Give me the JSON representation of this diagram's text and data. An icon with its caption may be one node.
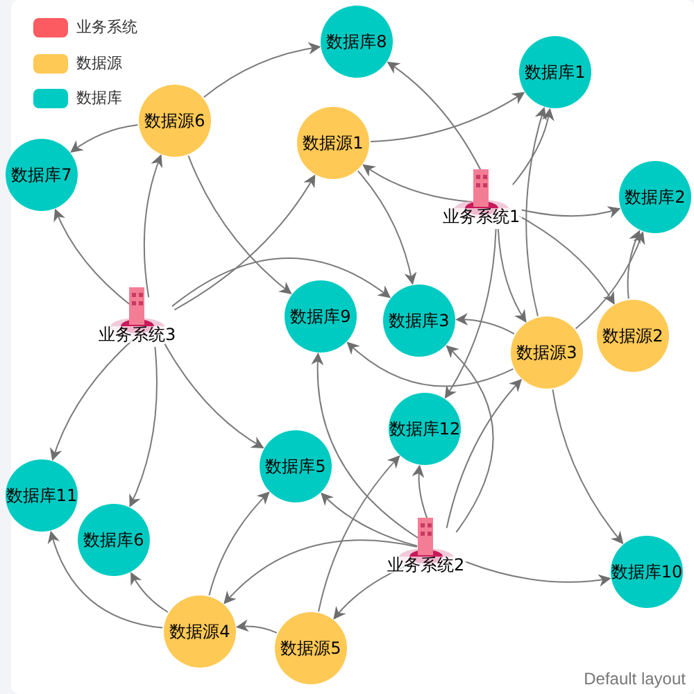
{
  "diagram": {
    "nodes": [
      {
        "text": [
          "业务系统1"
        ]
      },
      {
        "text": [
          "业务系统2"
        ]
      },
      {
        "text": [
          "业务系统3"
        ]
      },
      {
        "text": [
          "数据源1"
        ]
      },
      {
        "text": [
          "数据源2"
        ]
      },
      {
        "text": [
          "数据源3"
        ]
      },
      {
        "text": [
          "数据源4"
        ]
      },
      {
        "text": [
          "数据源5"
        ]
      },
      {
        "text": [
          "数据源6"
        ]
      },
      {
        "text": [
          "数据库1"
        ]
      },
      {
        "text": [
          "数据库3"
        ]
      },
      {
        "text": [
          "数据库5"
        ]
      },
      {
        "text": [
          "数据库6"
        ]
      },
      {
        "text": [
          "数据库7"
        ]
      },
      {
        "text": [
          "数据库8"
        ]
      },
      {
        "text": [
          "数据库9"
        ]
      },
      {
        "text": [
          "数据库10"
        ]
      },
      {
        "text": [
          "数据库11"
        ]
      },
      {
        "text": [
          "数据库12"
        ]
      },
      {
        "text": [
          "数据库2"
        ]
      }
    ],
    "edges": [
      {
        "from": 0,
        "to": 9,
        "arrow": "to"
      },
      {
        "from": 5,
        "to": 9,
        "arrow": "to"
      },
      {
        "from": 0,
        "to": 14,
        "arrow": "to"
      },
      {
        "from": 0,
        "to": 3,
        "arrow": "to"
      },
      {
        "from": 0,
        "to": 19,
        "arrow": "to"
      },
      {
        "from": 0,
        "to": 4,
        "arrow": "to"
      },
      {
        "from": 0,
        "to": 5,
        "arrow": "to"
      },
      {
        "from": 0,
        "to": 18,
        "arrow": "to"
      },
      {
        "from": 3,
        "to": 9,
        "arrow": "to"
      },
      {
        "from": 3,
        "to": 10,
        "arrow": "to"
      },
      {
        "from": 8,
        "to": 13,
        "arrow": "to"
      },
      {
        "from": 8,
        "to": 14,
        "arrow": "to"
      },
      {
        "from": 8,
        "to": 15,
        "arrow": "to"
      },
      {
        "from": 2,
        "to": 8,
        "arrow": "to"
      },
      {
        "from": 2,
        "to": 3,
        "arrow": "to"
      },
      {
        "from": 2,
        "to": 10,
        "arrow": "to"
      },
      {
        "from": 2,
        "to": 17,
        "arrow": "to"
      },
      {
        "from": 2,
        "to": 12,
        "arrow": "to"
      },
      {
        "from": 2,
        "to": 11,
        "arrow": "to"
      },
      {
        "from": 2,
        "to": 13,
        "arrow": "to"
      },
      {
        "from": 5,
        "to": 10,
        "arrow": "to"
      },
      {
        "from": 5,
        "to": 15,
        "arrow": "to"
      },
      {
        "from": 5,
        "to": 19,
        "arrow": "to"
      },
      {
        "from": 4,
        "to": 19,
        "arrow": "to"
      },
      {
        "from": 5,
        "to": 16,
        "arrow": "to"
      },
      {
        "from": 1,
        "to": 5,
        "arrow": "to"
      },
      {
        "from": 1,
        "to": 16,
        "arrow": "to"
      },
      {
        "from": 1,
        "to": 18,
        "arrow": "to"
      },
      {
        "from": 1,
        "to": 10,
        "arrow": "to"
      },
      {
        "from": 1,
        "to": 11,
        "arrow": "to"
      },
      {
        "from": 1,
        "to": 15,
        "arrow": "to"
      },
      {
        "from": 1,
        "to": 6,
        "arrow": "to"
      },
      {
        "from": 1,
        "to": 7,
        "arrow": "to"
      },
      {
        "from": 6,
        "to": 12,
        "arrow": "to"
      },
      {
        "from": 6,
        "to": 17,
        "arrow": "to"
      },
      {
        "from": 6,
        "to": 11,
        "arrow": "to"
      },
      {
        "from": 7,
        "to": 6,
        "arrow": "to"
      },
      {
        "from": 7,
        "to": 18,
        "arrow": "to"
      }
    ],
    "labels": [
      "Default layout"
    ],
    "legend": [
      {
        "text": "业务系统",
        "color": "#fc5b62"
      },
      {
        "text": "数据源",
        "color": "#fec955"
      },
      {
        "text": "数据库",
        "color": "#00cbc2"
      }
    ]
  }
}
